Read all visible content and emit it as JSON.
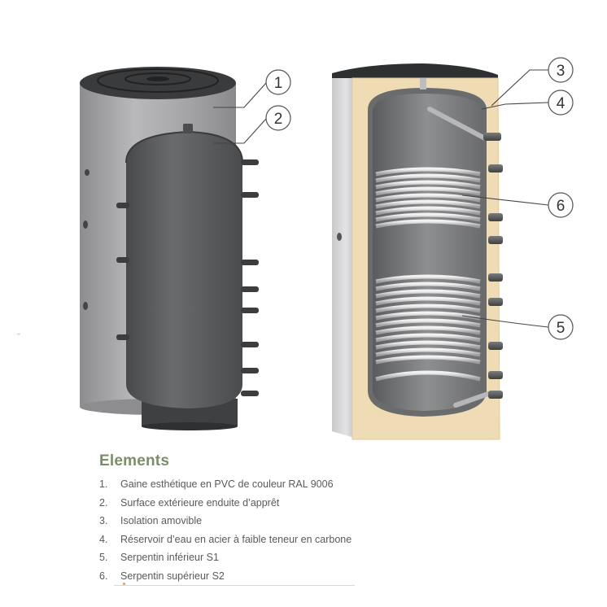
{
  "callouts": [
    {
      "id": "c1",
      "number": "1"
    },
    {
      "id": "c2",
      "number": "2"
    },
    {
      "id": "c3",
      "number": "3"
    },
    {
      "id": "c4",
      "number": "4"
    },
    {
      "id": "c6",
      "number": "6"
    },
    {
      "id": "c5",
      "number": "5"
    }
  ],
  "legend": {
    "title": "Elements",
    "items": [
      {
        "number": "1.",
        "text": "Gaine esthétique en PVC de couleur RAL 9006"
      },
      {
        "number": "2.",
        "text": "Surface extérieure enduite d’apprêt"
      },
      {
        "number": "3.",
        "text": "Isolation amovible"
      },
      {
        "number": "4.",
        "text": "Réservoir d’eau en acier à faible teneur en carbone"
      },
      {
        "number": "5.",
        "text": "Serpentin inférieur S1"
      },
      {
        "number": "6.",
        "text": "Serpentin supérieur S2"
      }
    ]
  },
  "colors": {
    "jacket": "#a9a9ab",
    "tank": "#5d5e60",
    "insulation": "#f0dcb4",
    "coil": "#cfcfd1",
    "title": "#7a8f68"
  }
}
